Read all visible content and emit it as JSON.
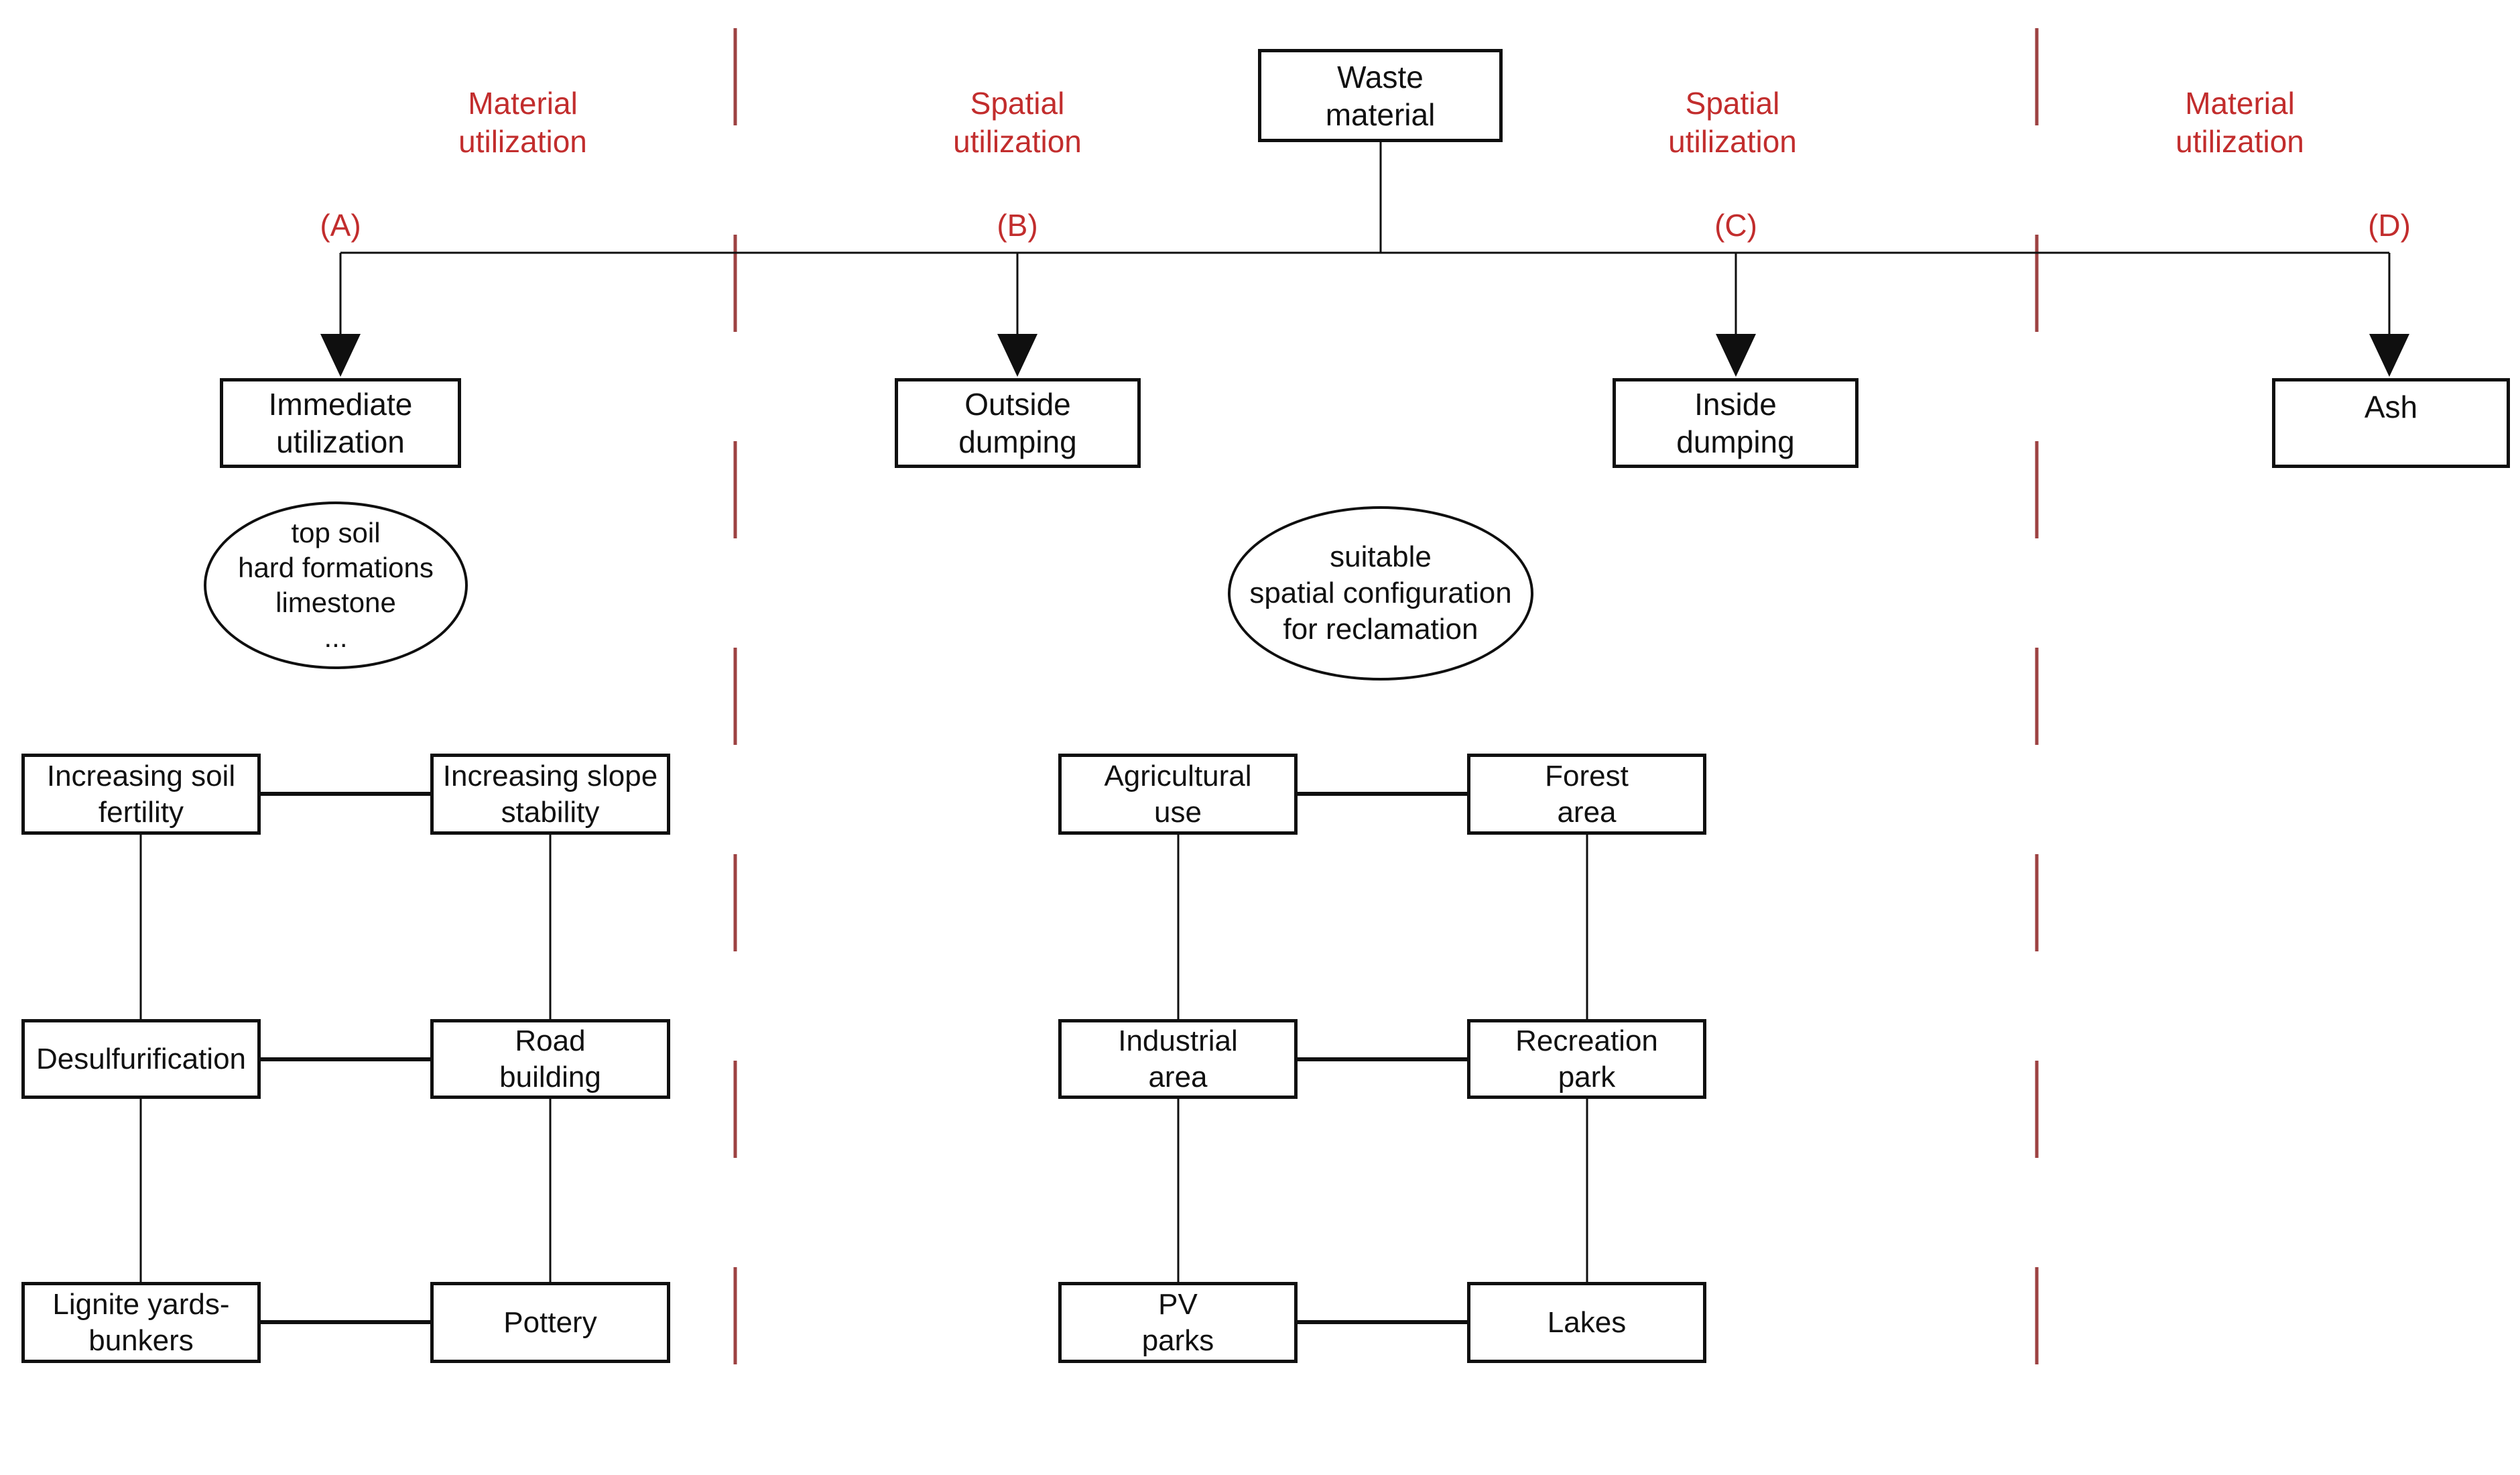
{
  "palette": {
    "label_red": "#c22d2d",
    "divider_red": "#9d4242",
    "line_black": "#0f0f0f"
  },
  "root_box": {
    "label": "Waste\nmaterial"
  },
  "sections": [
    {
      "id": "A",
      "category": "Material\nutilization",
      "tag": "(A)",
      "branch": "Immediate\nutilization"
    },
    {
      "id": "B",
      "category": "Spatial\nutilization",
      "tag": "(B)",
      "branch": "Outside\ndumping"
    },
    {
      "id": "C",
      "category": "Spatial\nutilization",
      "tag": "(C)",
      "branch": "Inside\ndumping"
    },
    {
      "id": "D",
      "category": "Material\nutilization",
      "tag": "(D)",
      "branch": "Ash"
    }
  ],
  "ellipses": {
    "materials": {
      "label": "top soil\nhard formations\nlimestone\n..."
    },
    "reclamation": {
      "label": "suitable\nspatial configuration\nfor reclamation"
    }
  },
  "grids": {
    "material": {
      "rows": [
        [
          "Increasing soil\nfertility",
          "Increasing slope\nstability"
        ],
        [
          "Desulfurification",
          "Road\nbuilding"
        ],
        [
          "Lignite yards-\nbunkers",
          "Pottery"
        ]
      ]
    },
    "spatial": {
      "rows": [
        [
          "Agricultural\nuse",
          "Forest\narea"
        ],
        [
          "Industrial\narea",
          "Recreation\npark"
        ],
        [
          "PV\nparks",
          "Lakes"
        ]
      ]
    }
  }
}
